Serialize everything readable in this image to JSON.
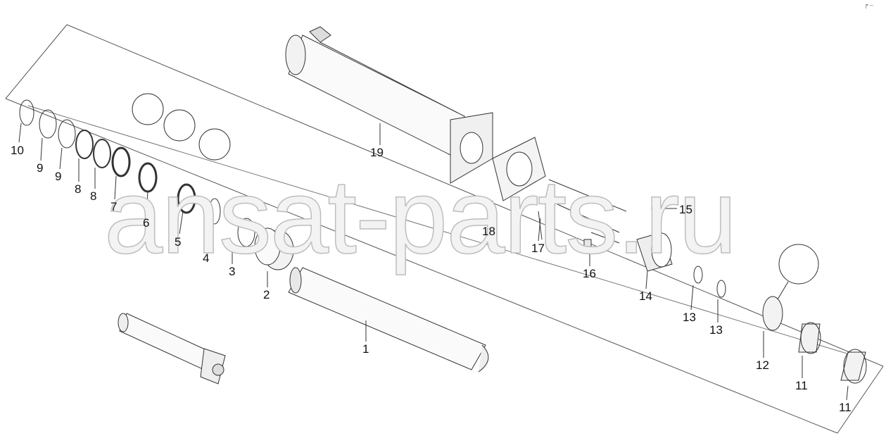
{
  "watermark": "ansat-parts.ru",
  "corner_mark": "┍ ‒",
  "callouts": [
    {
      "id": "c1",
      "label": "1"
    },
    {
      "id": "c2",
      "label": "2"
    },
    {
      "id": "c3",
      "label": "3"
    },
    {
      "id": "c4",
      "label": "4"
    },
    {
      "id": "c5",
      "label": "5"
    },
    {
      "id": "c6",
      "label": "6"
    },
    {
      "id": "c7",
      "label": "7"
    },
    {
      "id": "c8a",
      "label": "8"
    },
    {
      "id": "c8b",
      "label": "8"
    },
    {
      "id": "c9a",
      "label": "9"
    },
    {
      "id": "c9b",
      "label": "9"
    },
    {
      "id": "c10",
      "label": "10"
    },
    {
      "id": "c11a",
      "label": "11"
    },
    {
      "id": "c11b",
      "label": "11"
    },
    {
      "id": "c12",
      "label": "12"
    },
    {
      "id": "c13a",
      "label": "13"
    },
    {
      "id": "c13b",
      "label": "13"
    },
    {
      "id": "c14",
      "label": "14"
    },
    {
      "id": "c15",
      "label": "15"
    },
    {
      "id": "c16",
      "label": "16"
    },
    {
      "id": "c17",
      "label": "17"
    },
    {
      "id": "c18",
      "label": "18"
    },
    {
      "id": "c19",
      "label": "19"
    }
  ]
}
